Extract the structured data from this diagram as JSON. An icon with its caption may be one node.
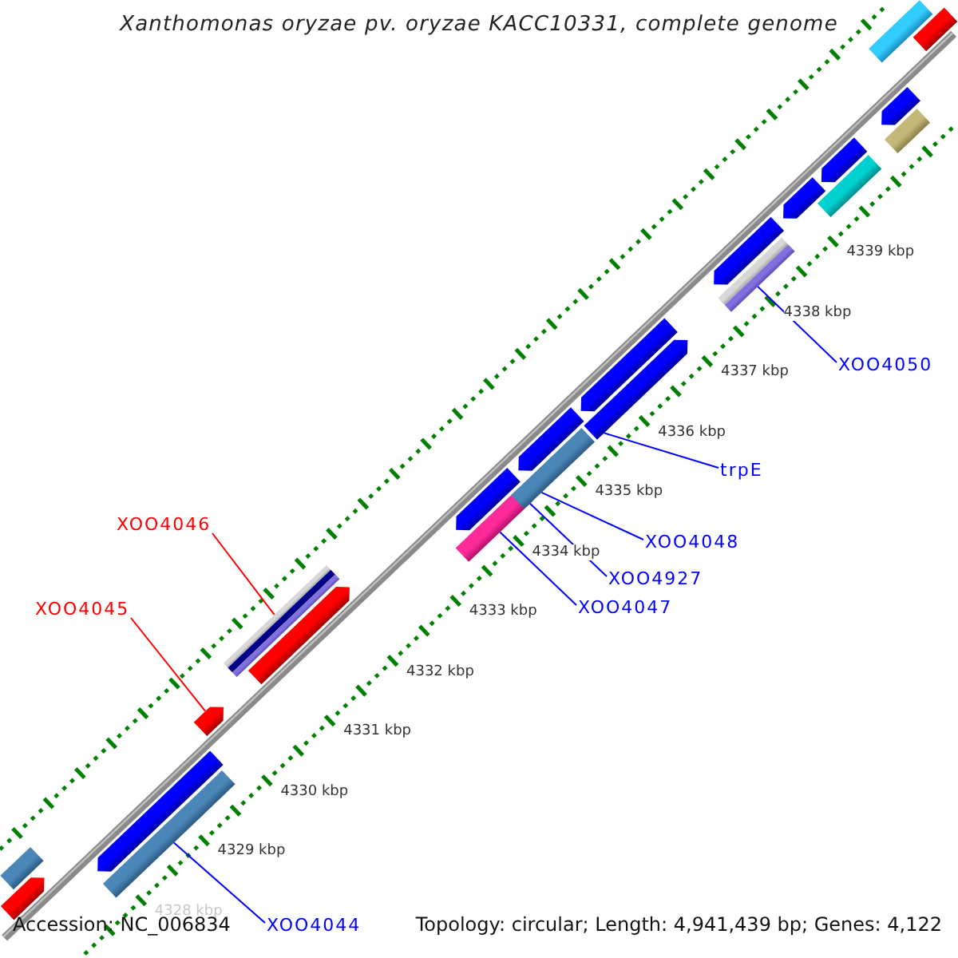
{
  "diagram": {
    "title": "Xanthomonas oryzae pv. oryzae KACC10331, complete genome",
    "nodes": [
      {
        "text": [
          "XOO4050"
        ]
      },
      {
        "text": [
          "trpE"
        ]
      },
      {
        "text": [
          "XOO4046"
        ]
      },
      {
        "text": [
          "XOO4048"
        ]
      },
      {
        "text": [
          "XOO4927"
        ]
      },
      {
        "text": [
          "XOO4045"
        ]
      },
      {
        "text": [
          "XOO4047"
        ]
      },
      {
        "text": [
          "XOO4044"
        ]
      },
      {
        "text": [],
        "shape": "bar"
      },
      {
        "text": [],
        "shape": "bar"
      },
      {
        "text": [],
        "shape": "bar"
      },
      {
        "text": [],
        "shape": "bar"
      },
      {
        "text": [],
        "shape": "bar"
      },
      {
        "text": [],
        "shape": "bar"
      },
      {
        "text": [],
        "shape": "bar"
      },
      {
        "text": [],
        "shape": "bar"
      },
      {
        "text": [],
        "shape": "bar"
      },
      {
        "text": [],
        "shape": "bar"
      },
      {
        "text": [],
        "shape": "bar"
      },
      {
        "text": [],
        "shape": "bar"
      },
      {
        "text": [],
        "shape": "bar"
      },
      {
        "text": [],
        "shape": "bar"
      },
      {
        "text": [],
        "shape": "bar"
      },
      {
        "text": [],
        "shape": "bar"
      },
      {
        "text": [],
        "shape": "bar"
      },
      {
        "text": [],
        "shape": "bar"
      },
      {
        "text": [],
        "shape": "bar"
      },
      {
        "text": [],
        "shape": "bar"
      },
      {
        "text": [],
        "shape": "bar"
      },
      {
        "text": [],
        "shape": "bar"
      }
    ],
    "edges": [
      {
        "from": 0,
        "to": 21,
        "arrow": "none"
      },
      {
        "from": 1,
        "to": 19,
        "arrow": "none"
      },
      {
        "from": 2,
        "to": 13,
        "arrow": "none",
        "color": "#ff0000"
      },
      {
        "from": 3,
        "to": 17,
        "arrow": "none"
      },
      {
        "from": 4,
        "to": 15,
        "arrow": "none"
      },
      {
        "from": 5,
        "to": 12,
        "arrow": "none",
        "color": "#ff0000"
      },
      {
        "from": 6,
        "to": 15,
        "arrow": "none"
      },
      {
        "from": 7,
        "to": 10,
        "arrow": "none"
      }
    ],
    "labels": [
      "4339 kbp",
      "4338 kbp",
      "4337 kbp",
      "4336 kbp",
      "4335 kbp",
      "4334 kbp",
      "4333 kbp",
      "4332 kbp",
      "4331 kbp",
      "4330 kbp",
      "4329 kbp",
      "4328 kbp",
      "Accession: NC_006834",
      "Topology: circular; Length: 4,941,439 bp; Genes: 4,122"
    ]
  }
}
